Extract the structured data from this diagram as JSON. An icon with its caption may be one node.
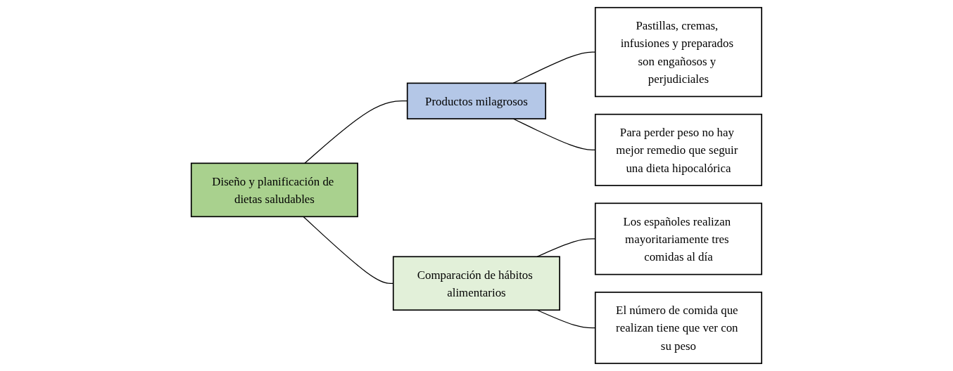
{
  "diagram": {
    "nodes": [
      {
        "text": [
          "Diseño y planificación de dietas saludables"
        ]
      },
      {
        "text": [
          "Productos milagrosos"
        ]
      },
      {
        "text": [
          "Pastillas, cremas, infusiones y preparados son engañosos y perjudiciales"
        ]
      },
      {
        "text": [
          "Para perder peso no hay mejor remedio que seguir una dieta hipocalórica"
        ]
      },
      {
        "text": [
          "Comparación de hábitos alimentarios"
        ]
      },
      {
        "text": [
          "Los españoles realizan mayoritariamente tres comidas al día"
        ]
      },
      {
        "text": [
          "El número de comida que realizan tiene que ver con su peso"
        ]
      }
    ],
    "edges": [
      {
        "from": 0,
        "to": 1,
        "arrow": "none"
      },
      {
        "from": 0,
        "to": 4,
        "arrow": "none"
      },
      {
        "from": 1,
        "to": 2,
        "arrow": "none"
      },
      {
        "from": 1,
        "to": 3,
        "arrow": "none"
      },
      {
        "from": 4,
        "to": 5,
        "arrow": "none"
      },
      {
        "from": 4,
        "to": 6,
        "arrow": "none"
      }
    ]
  }
}
